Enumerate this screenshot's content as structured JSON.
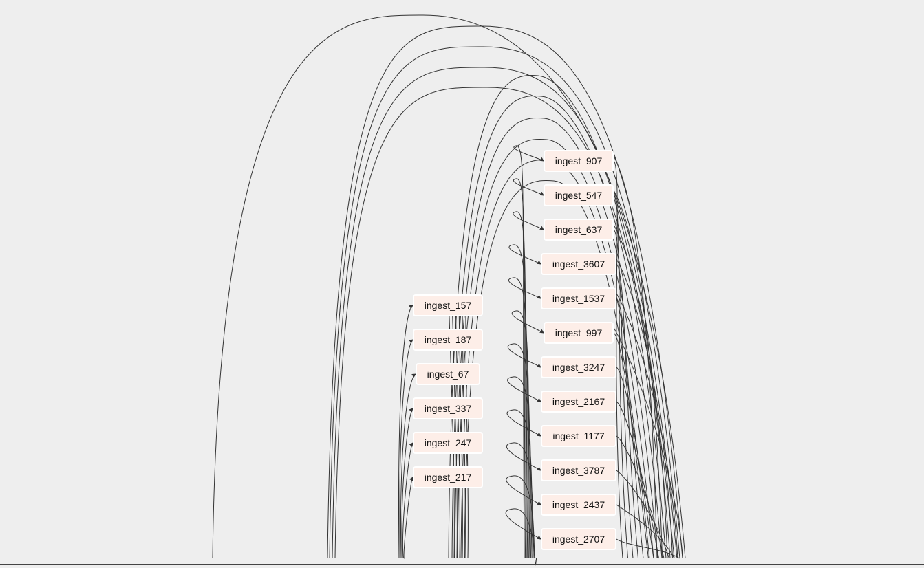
{
  "diagram": {
    "type": "dependency-graph",
    "colors": {
      "background": "#eeeeee",
      "node_fill": "#fdeee8",
      "node_border": "#ffffff",
      "edge": "#333333"
    },
    "left_column": [
      {
        "id": "n157",
        "label": "ingest_157"
      },
      {
        "id": "n187",
        "label": "ingest_187"
      },
      {
        "id": "n67",
        "label": "ingest_67"
      },
      {
        "id": "n337",
        "label": "ingest_337"
      },
      {
        "id": "n247",
        "label": "ingest_247"
      },
      {
        "id": "n217",
        "label": "ingest_217"
      }
    ],
    "right_column": [
      {
        "id": "n907",
        "label": "ingest_907"
      },
      {
        "id": "n547",
        "label": "ingest_547"
      },
      {
        "id": "n637",
        "label": "ingest_637"
      },
      {
        "id": "n3607",
        "label": "ingest_3607"
      },
      {
        "id": "n1537",
        "label": "ingest_1537"
      },
      {
        "id": "n997",
        "label": "ingest_997"
      },
      {
        "id": "n3247",
        "label": "ingest_3247"
      },
      {
        "id": "n2167",
        "label": "ingest_2167"
      },
      {
        "id": "n1177",
        "label": "ingest_1177"
      },
      {
        "id": "n3787",
        "label": "ingest_3787"
      },
      {
        "id": "n2437",
        "label": "ingest_2437"
      },
      {
        "id": "n2707",
        "label": "ingest_2707"
      }
    ]
  }
}
